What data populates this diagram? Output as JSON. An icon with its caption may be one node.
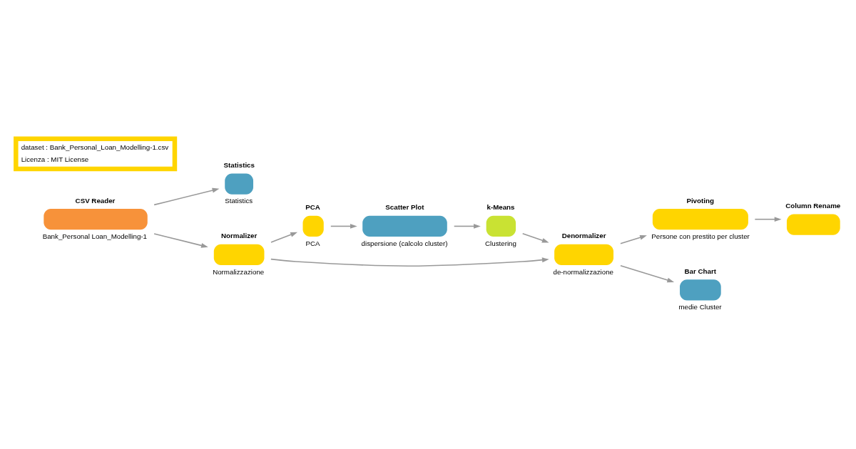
{
  "diagram": {
    "nodes": [
      {
        "text": [
          "CSV Reader",
          "Bank_Personal Loan_Modelling-1"
        ]
      },
      {
        "text": [
          "Statistics",
          "Statistics"
        ]
      },
      {
        "text": [
          "PCA",
          "PCA"
        ]
      },
      {
        "text": [
          "Scatter Plot",
          "dispersione (calcolo cluster)"
        ]
      },
      {
        "text": [
          "k-Means",
          "Clustering"
        ]
      },
      {
        "text": [
          "Pivoting",
          "Persone con prestito per cluster"
        ]
      },
      {
        "text": [
          "Column Rename"
        ]
      },
      {
        "text": [
          "Normalizer",
          "Normalizzazione"
        ]
      },
      {
        "text": [
          "Denormalizer",
          "de-normalizzazione"
        ]
      },
      {
        "text": [
          "Bar Chart",
          "medie Cluster"
        ]
      },
      {
        "text": [
          "dataset : Bank_Personal_Loan_Modelling-1.csv",
          "Licenza : MIT License"
        ]
      }
    ],
    "edges": [
      {
        "from": 0,
        "to": 1,
        "arrow": "to"
      },
      {
        "from": 0,
        "to": 7,
        "arrow": "to"
      },
      {
        "from": 7,
        "to": 2,
        "arrow": "to"
      },
      {
        "from": 2,
        "to": 3,
        "arrow": "to"
      },
      {
        "from": 3,
        "to": 4,
        "arrow": "to"
      },
      {
        "from": 4,
        "to": 8,
        "arrow": "to"
      },
      {
        "from": 7,
        "to": 8,
        "arrow": "to"
      },
      {
        "from": 8,
        "to": 5,
        "arrow": "to"
      },
      {
        "from": 8,
        "to": 9,
        "arrow": "to"
      },
      {
        "from": 5,
        "to": 6,
        "arrow": "to"
      }
    ]
  }
}
